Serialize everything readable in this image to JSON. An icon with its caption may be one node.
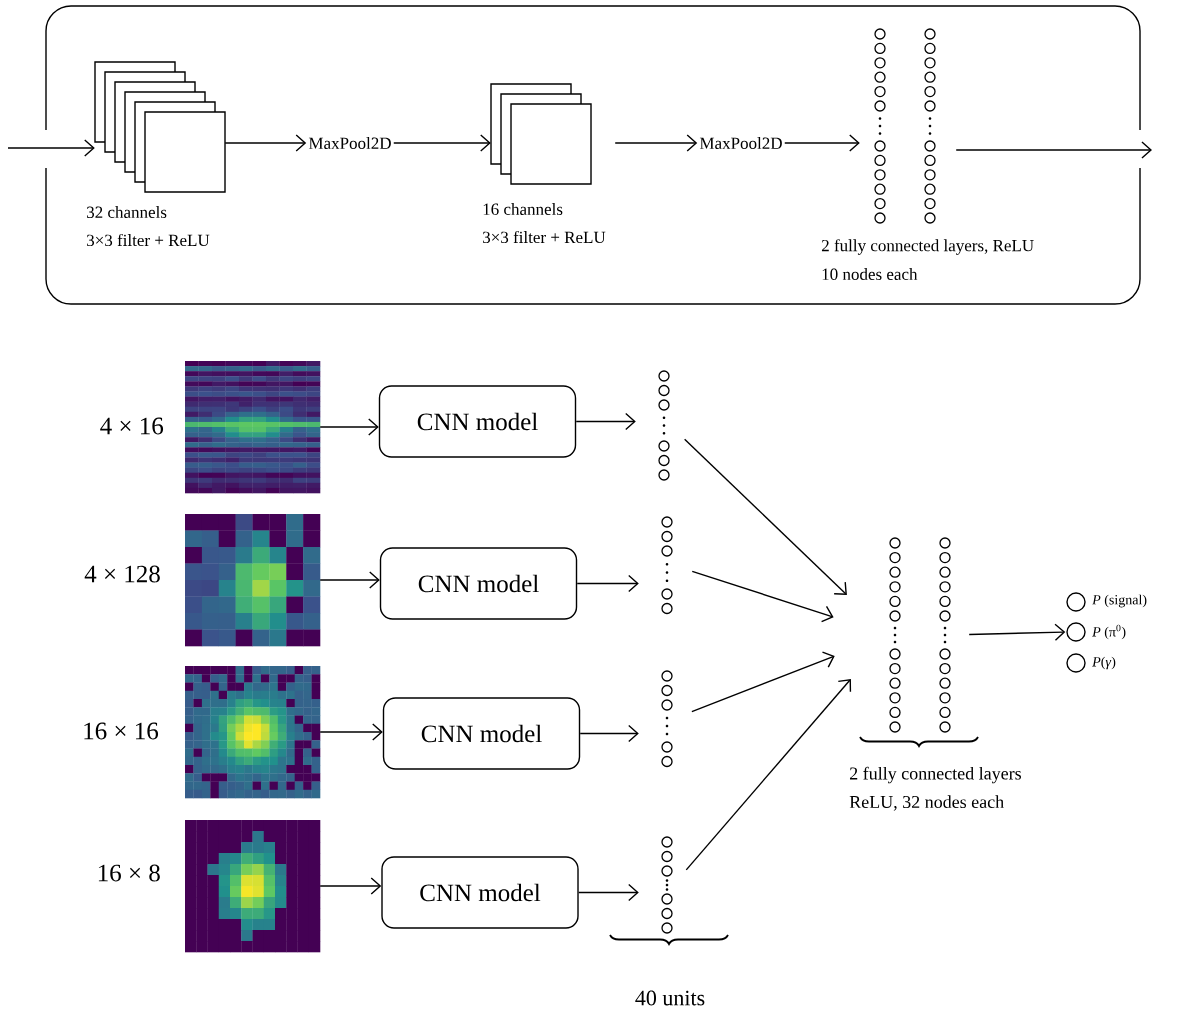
{
  "diagram": {
    "nodes": [
      {
        "text": [],
        "shape": "box"
      },
      {
        "text": [],
        "shape": "box",
        "in": 0,
        "beside": [
          "32 channels",
          "3×3 filter + ReLU"
        ]
      },
      {
        "text": [
          "MaxPool2D"
        ],
        "in": 0
      },
      {
        "text": [],
        "shape": "box",
        "in": 0,
        "beside": [
          "16 channels",
          "3×3 filter + ReLU"
        ]
      },
      {
        "text": [
          "MaxPool2D"
        ],
        "in": 0
      },
      {
        "text": [],
        "shape": "circle",
        "in": 0,
        "beside": [
          "2 fully connected layers, ReLU",
          "10 nodes each"
        ]
      },
      {
        "text": [],
        "shape": "picture",
        "beside": [
          "4 × 16"
        ]
      },
      {
        "text": [],
        "shape": "picture",
        "beside": [
          "4 × 128"
        ]
      },
      {
        "text": [],
        "shape": "picture",
        "beside": [
          "16 × 16"
        ]
      },
      {
        "text": [],
        "shape": "picture",
        "beside": [
          "16 × 8"
        ]
      },
      {
        "text": [
          "CNN model"
        ]
      },
      {
        "text": [
          "CNN model"
        ]
      },
      {
        "text": [
          "CNN model"
        ]
      },
      {
        "text": [
          "CNN model"
        ]
      },
      {
        "text": [],
        "shape": "circle"
      },
      {
        "text": [],
        "shape": "circle"
      },
      {
        "text": [],
        "shape": "circle"
      },
      {
        "text": [],
        "shape": "circle"
      },
      {
        "text": [],
        "shape": "circle",
        "beside": [
          "2 fully connected layers",
          "ReLU, 32 nodes each"
        ]
      },
      {
        "text": [],
        "shape": "circle",
        "beside": [
          "*P* (signal)"
        ]
      },
      {
        "text": [],
        "shape": "circle",
        "beside": [
          "*P* (π$^{0}$)"
        ]
      },
      {
        "text": [],
        "shape": "circle",
        "beside": [
          "*P*(*γ*)"
        ]
      }
    ],
    "edges": [
      {
        "from": null,
        "to": 1,
        "arrow": "to"
      },
      {
        "from": 1,
        "to": 2,
        "arrow": "to"
      },
      {
        "from": 2,
        "to": 3,
        "arrow": "to"
      },
      {
        "from": 3,
        "to": 4,
        "arrow": "to"
      },
      {
        "from": 4,
        "to": 5,
        "arrow": "to"
      },
      {
        "from": 5,
        "to": null,
        "arrow": "to"
      },
      {
        "from": 6,
        "to": 10,
        "arrow": "to"
      },
      {
        "from": 10,
        "to": 14,
        "arrow": "to"
      },
      {
        "from": 14,
        "to": 18,
        "arrow": "to"
      },
      {
        "from": 7,
        "to": 11,
        "arrow": "to"
      },
      {
        "from": 11,
        "to": 15,
        "arrow": "to"
      },
      {
        "from": 15,
        "to": 18,
        "arrow": "to"
      },
      {
        "from": 8,
        "to": 12,
        "arrow": "to"
      },
      {
        "from": 12,
        "to": 16,
        "arrow": "to"
      },
      {
        "from": 16,
        "to": 18,
        "arrow": "to"
      },
      {
        "from": 9,
        "to": 13,
        "arrow": "to"
      },
      {
        "from": 13,
        "to": 17,
        "arrow": "to"
      },
      {
        "from": 17,
        "to": 18,
        "arrow": "to"
      },
      {
        "from": 18,
        "to": 20,
        "arrow": "to"
      }
    ],
    "labels": [
      "40 units"
    ]
  }
}
